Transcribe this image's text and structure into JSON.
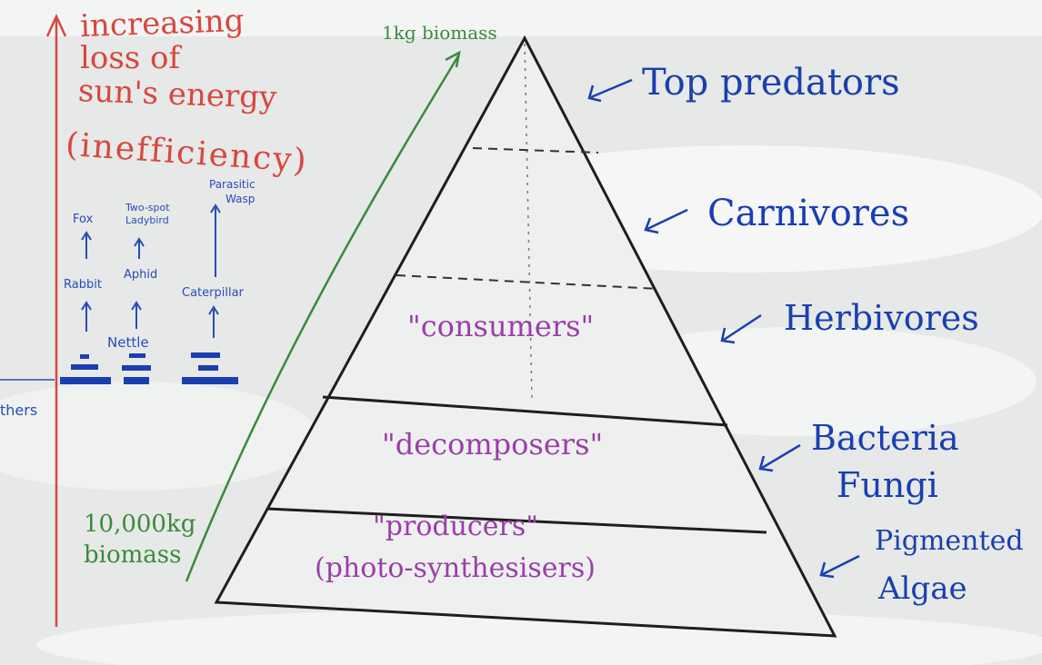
{
  "energy_note": {
    "line1": "increasing",
    "line2": "loss of",
    "line3": "sun's energy",
    "line4": "(inefficiency)"
  },
  "biomass": {
    "top": "1kg biomass",
    "bottom_line1": "10,000kg",
    "bottom_line2": "biomass"
  },
  "levels": {
    "top_predators": "Top predators",
    "carnivores": "Carnivores",
    "herbivores": "Herbivores",
    "bacteria": "Bacteria",
    "fungi": "Fungi",
    "pigmented": "Pigmented",
    "algae": "Algae"
  },
  "roles": {
    "consumers": "\"consumers\"",
    "decomposers": "\"decomposers\"",
    "producers": "\"producers\"",
    "photosynthesisers": "(photo-synthesisers)"
  },
  "food_chains": {
    "chain1": {
      "top": "Fox",
      "middle": "Rabbit",
      "bottom": "Nettle"
    },
    "chain2": {
      "top_line1": "Two-spot",
      "top_line2": "Ladybird",
      "middle": "Aphid"
    },
    "chain3": {
      "top_line1": "Parasitic",
      "top_line2": "Wasp",
      "middle": "Caterpillar"
    },
    "side_label": "thers"
  },
  "colors": {
    "board": "#e9ecea",
    "outline": "#222222",
    "energy_text": "#d8473f",
    "level_text": "#1a3fb0",
    "role_text": "#9b3fa8",
    "biomass_text": "#3b8a3c"
  }
}
